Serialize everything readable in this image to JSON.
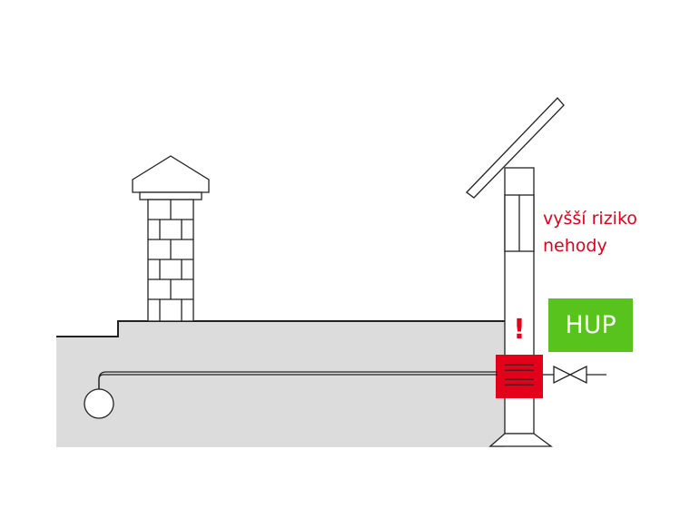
{
  "warning": {
    "line1": "vyšší riziko",
    "line2": "nehody",
    "exclamation": "!"
  },
  "hup": {
    "label": "HUP"
  },
  "colors": {
    "accent_red": "#e2001a",
    "hup_green": "#57c31c",
    "ground_gray": "#dcdcdc",
    "stroke": "#222222"
  },
  "icons": [
    "brick-chimney-icon",
    "stove-chimney-icon",
    "gas-valve-icon",
    "gas-meter-icon"
  ]
}
